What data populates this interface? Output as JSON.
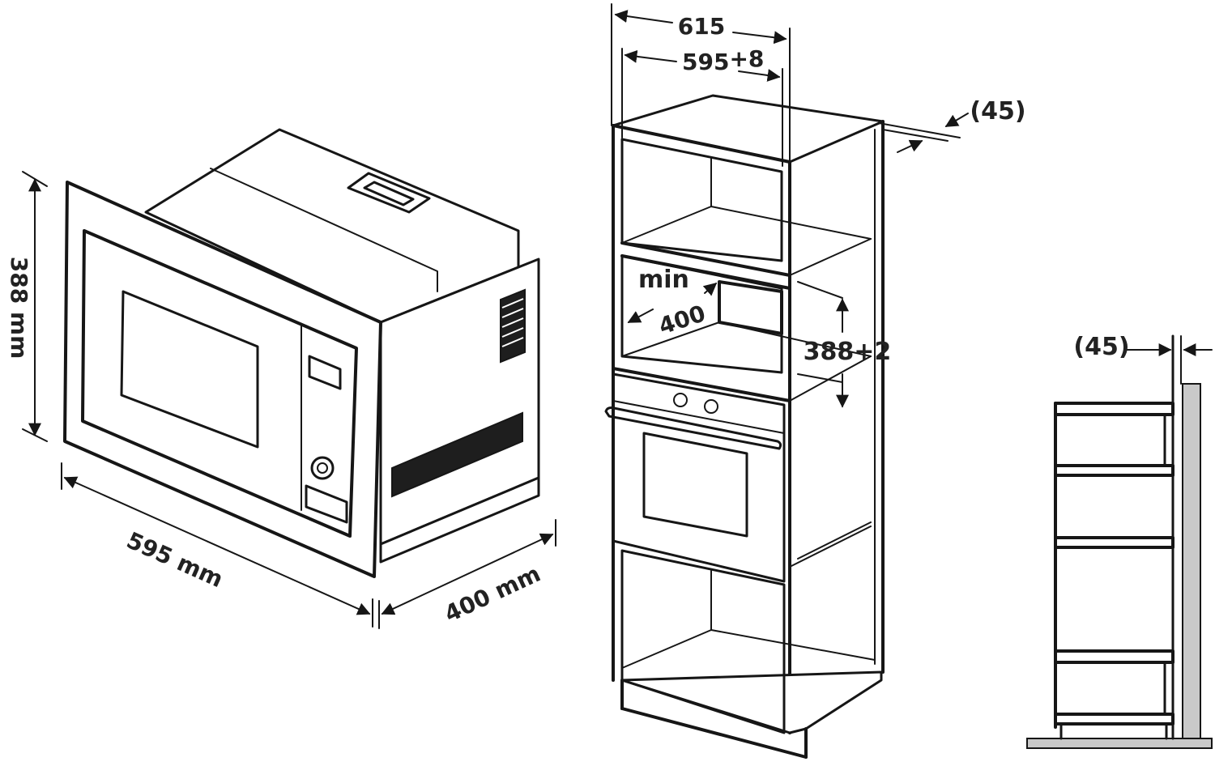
{
  "microwave": {
    "height_label": "388 mm",
    "width_label": "595 mm",
    "depth_label": "400 mm"
  },
  "cabinet": {
    "outer_width_label": "615",
    "inner_width_label": "595",
    "inner_width_tolerance": "+8",
    "top_gap_label": "(45)",
    "min_label": "min",
    "min_depth_label": "400",
    "opening_height_label": "388+2"
  },
  "side_view": {
    "gap_label": "(45)"
  }
}
